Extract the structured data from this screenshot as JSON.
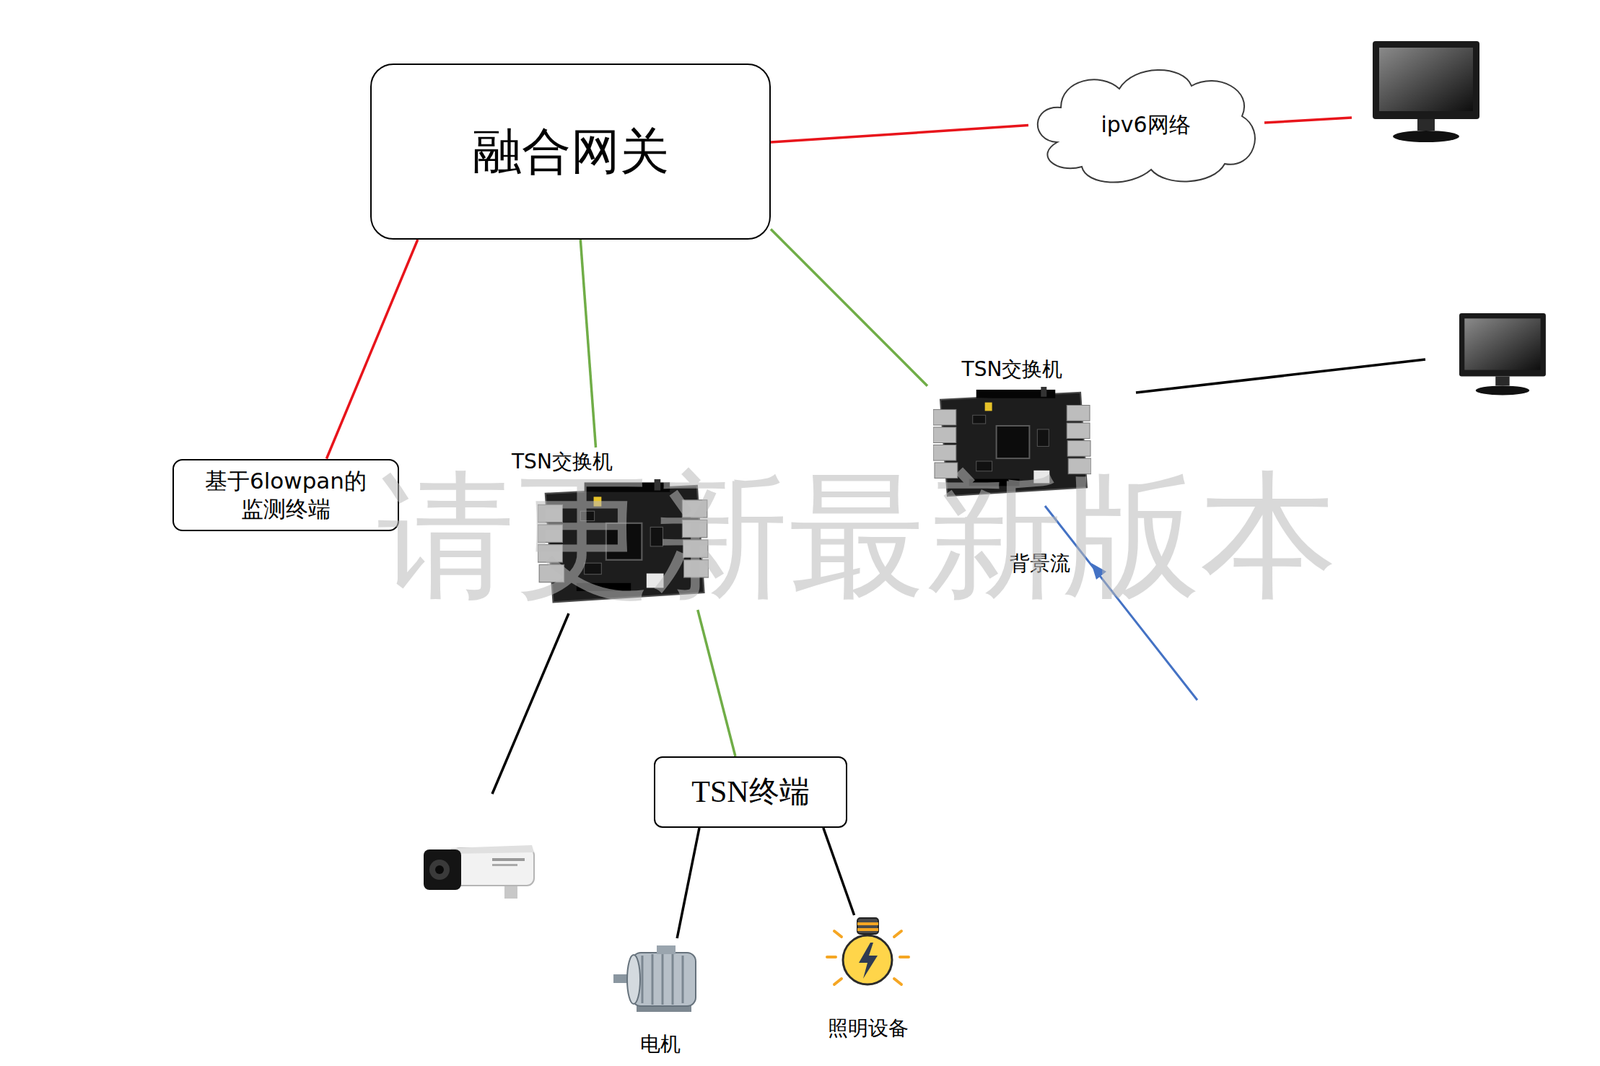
{
  "diagram": {
    "nodes": [
      {
        "text": [
          "融合网关"
        ]
      },
      {
        "text": [
          "ipv6网络"
        ]
      },
      {
        "text": [
          "TSN交换机"
        ]
      },
      {
        "text": [
          "基于6lowpan的 监测终端"
        ]
      },
      {
        "text": [
          "TSN交换机"
        ]
      },
      {
        "text": [
          "TSN终端"
        ]
      },
      {
        "text": [
          "电机"
        ]
      },
      {
        "text": [
          "照明设备"
        ]
      }
    ],
    "edges": [
      {
        "from": 0,
        "to": 1,
        "arrow": "none"
      },
      {
        "from": 0,
        "to": 3,
        "arrow": "none"
      },
      {
        "from": 0,
        "to": 4,
        "arrow": "none"
      },
      {
        "from": 0,
        "to": 2,
        "arrow": "none"
      },
      {
        "from": 4,
        "to": 5,
        "arrow": "none"
      },
      {
        "from": 5,
        "to": 6,
        "arrow": "none"
      },
      {
        "from": 5,
        "to": 7,
        "arrow": "none"
      }
    ],
    "labels": [
      "背景流",
      "请更新最新版本"
    ]
  }
}
